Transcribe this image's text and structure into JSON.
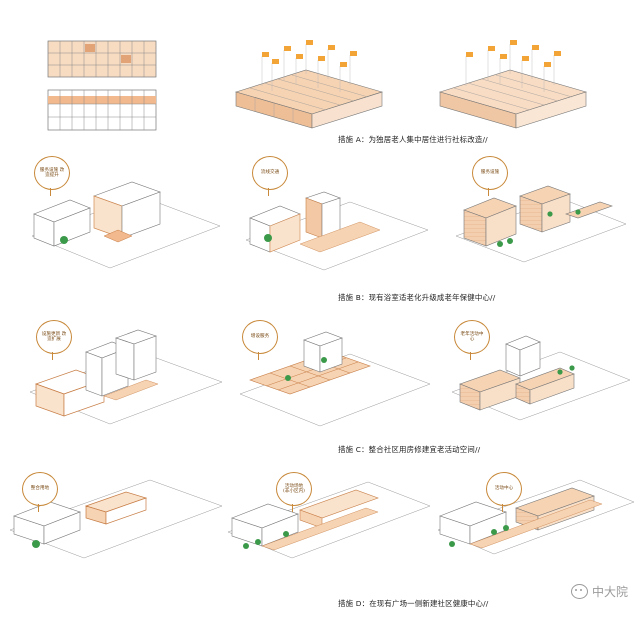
{
  "captions": {
    "a": "措施 A：为独居老人集中居住进行社标改造//",
    "b": "措施 B：现有浴室适老化升级成老年保健中心//",
    "c": "措施 C：整合社区用房修建宜老活动空间//",
    "d": "措施 D：在现有广场一侧新建社区健康中心//"
  },
  "bubbles": {
    "b1": "服务设施 改造提升",
    "b2": "流线交通",
    "b3": "服务设施",
    "c1": "设施更新 改造扩展",
    "c2": "增设服务",
    "c3": "老年活动中心",
    "d1": "整合用地",
    "d2": "活动场地 (非小区内)",
    "d3": "活动中心"
  },
  "watermark": "中大院",
  "colors": {
    "accent": "#f1c6a2",
    "accent_dark": "#e0a477",
    "line": "#8a8a8a",
    "tree": "#3b9a4a",
    "caption": "#222222"
  }
}
